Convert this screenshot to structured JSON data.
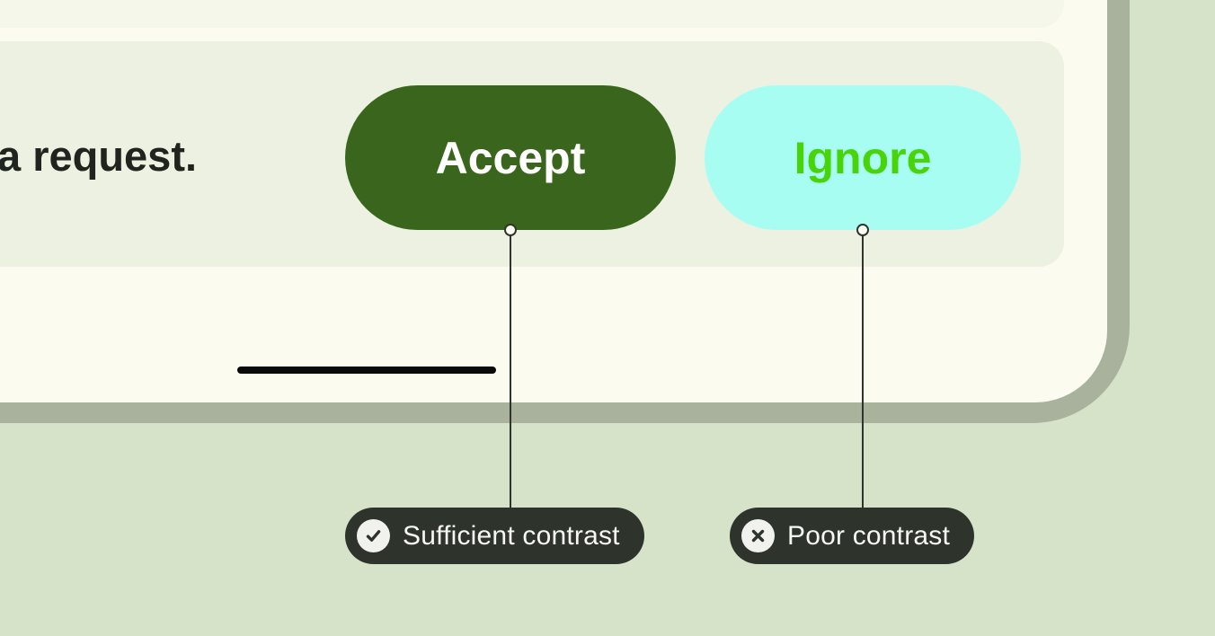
{
  "colors": {
    "page_background": "#d7e3c8",
    "device_frame": "#a9b29c",
    "screen_background": "#fcfbef",
    "card_background": "#edf1e1",
    "accept_button_background": "#39661c",
    "accept_button_text": "#ffffff",
    "ignore_button_background": "#a8fdf3",
    "ignore_button_text": "#47d408",
    "callout_background": "#2e332c",
    "callout_text": "#f6f7f3",
    "message_text": "#20241e",
    "divider_bar": "#0a0a0a"
  },
  "message_card": {
    "text_fragment": "a request.",
    "accept_label": "Accept",
    "ignore_label": "Ignore"
  },
  "annotations": {
    "sufficient": {
      "icon": "check-circle-icon",
      "label": "Sufficient contrast"
    },
    "poor": {
      "icon": "x-circle-icon",
      "label": "Poor contrast"
    }
  }
}
